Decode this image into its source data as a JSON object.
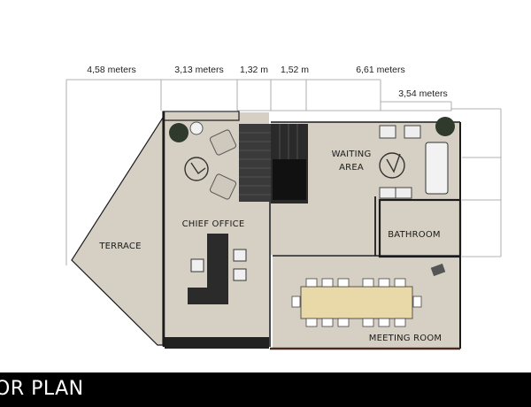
{
  "dimensions": {
    "top_row": [
      "4,58 meters",
      "3,13 meters",
      "1,32 m",
      "1,52 m",
      "6,61 meters"
    ],
    "second_row": "3,54 meters"
  },
  "rooms": {
    "terrace": "TERRACE",
    "chief_office": "CHIEF OFFICE",
    "waiting_area_line1": "WAITING",
    "waiting_area_line2": "AREA",
    "bathroom": "BATHROOM",
    "meeting_room": "MEETING ROOM"
  },
  "footer": {
    "title": "OR PLAN"
  },
  "colors": {
    "floor": "#d6d0c4",
    "wall": "#1b1b1b",
    "furniture_dark": "#2b2b2b",
    "table_wood": "#e9d9a8",
    "plant": "#2f3a2c"
  }
}
